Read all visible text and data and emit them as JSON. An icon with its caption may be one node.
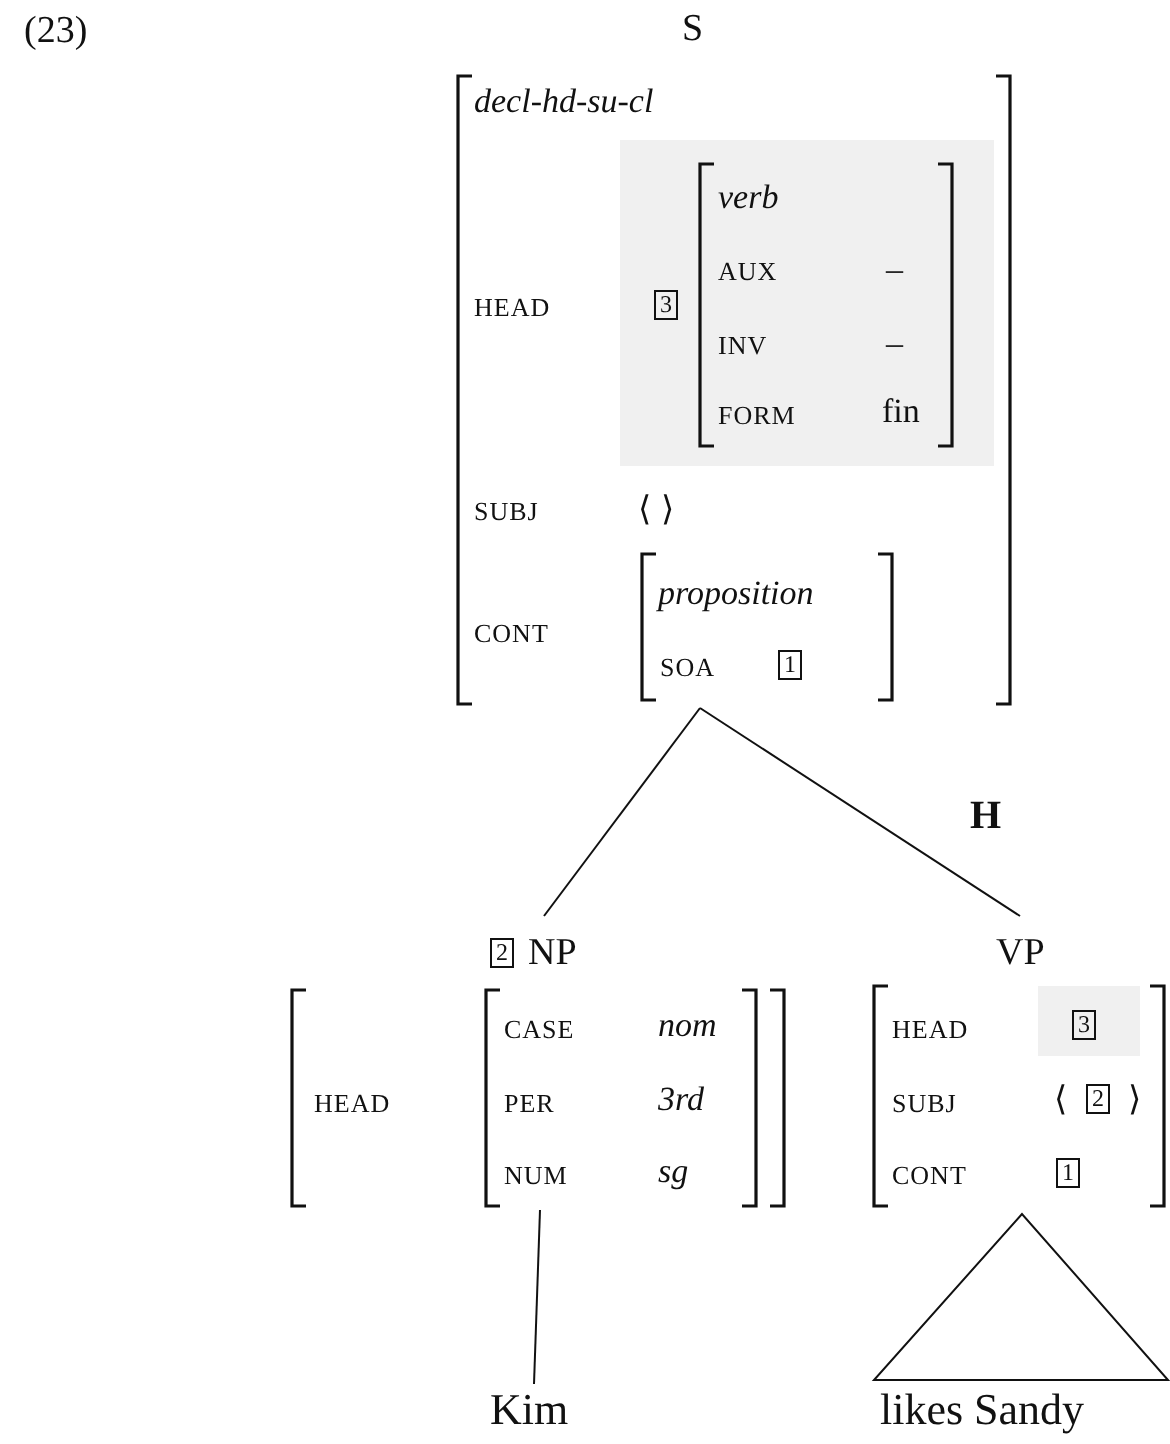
{
  "diagram": {
    "nodes": [
      {
        "text": [
          "S",
          "decl-hd-su-cl",
          "HEAD",
          "3",
          "verb",
          "AUX",
          "–",
          "INV",
          "–",
          "FORM",
          "fin",
          "SUBJ",
          "⟨ ⟩",
          "CONT",
          "proposition",
          "SOA",
          "1"
        ]
      },
      {
        "text": [
          "2",
          "NP",
          "HEAD",
          "CASE",
          "nom",
          "PER",
          "3rd",
          "NUM",
          "sg"
        ]
      },
      {
        "text": [
          "VP",
          "HEAD",
          "3",
          "SUBJ",
          "⟨",
          "2",
          "⟩",
          "CONT",
          "1"
        ]
      },
      {
        "text": [
          "Kim"
        ]
      },
      {
        "text": [
          "likes Sandy"
        ]
      }
    ],
    "edges": [
      {
        "from": 0,
        "to": 1,
        "arrow": "none"
      },
      {
        "from": 0,
        "to": 2,
        "arrow": "none",
        "label": "H"
      },
      {
        "from": 1,
        "to": 3,
        "arrow": "none"
      },
      {
        "from": 2,
        "to": 4,
        "arrow": "none"
      }
    ],
    "labels": [
      "(23)"
    ]
  }
}
